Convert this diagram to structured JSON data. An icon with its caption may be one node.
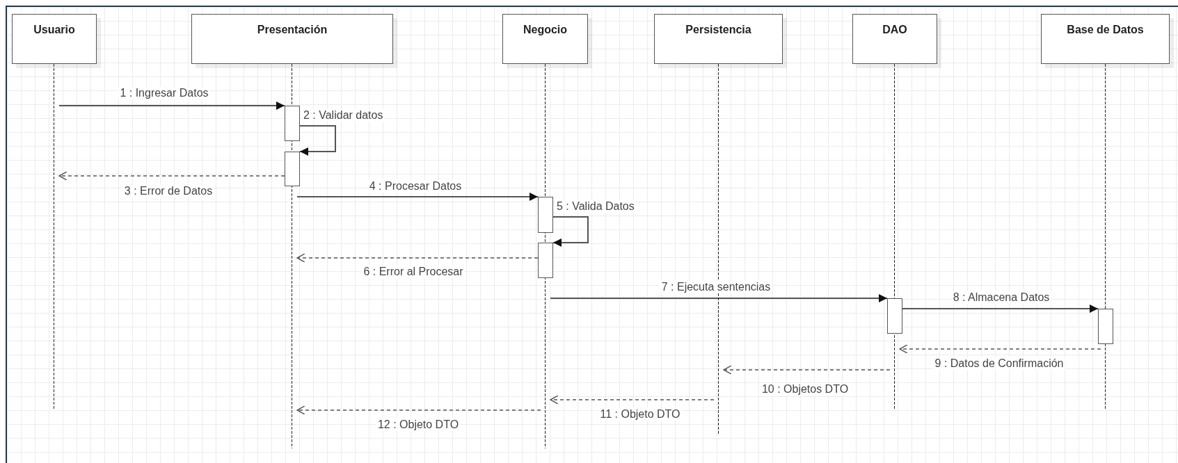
{
  "diagram": {
    "nodes": [
      {
        "text": [
          "Usuario"
        ]
      },
      {
        "text": [
          "Presentación"
        ]
      },
      {
        "text": [
          "Negocio"
        ]
      },
      {
        "text": [
          "Persistencia"
        ]
      },
      {
        "text": [
          "DAO"
        ]
      },
      {
        "text": [
          "Base de Datos"
        ]
      },
      {
        "text": [],
        "shape": "line"
      },
      {
        "text": [],
        "shape": "line"
      },
      {
        "text": [],
        "shape": "line"
      },
      {
        "text": [],
        "shape": "line"
      },
      {
        "text": [],
        "shape": "line"
      },
      {
        "text": [],
        "shape": "line"
      },
      {
        "text": [],
        "shape": "bar"
      },
      {
        "text": [],
        "shape": "bar"
      },
      {
        "text": [],
        "shape": "bar"
      },
      {
        "text": [],
        "shape": "bar"
      },
      {
        "text": [],
        "shape": "bar"
      },
      {
        "text": [],
        "shape": "bar"
      }
    ],
    "edges": [
      {
        "from": 6,
        "to": 12,
        "arrow": "to",
        "label": "1 : Ingresar Datos"
      },
      {
        "from": 12,
        "to": 13,
        "arrow": "to",
        "label": "2 : Validar datos"
      },
      {
        "from": 13,
        "to": 6,
        "arrow": "to",
        "style": "dashed",
        "label": "3 : Error de Datos"
      },
      {
        "from": 7,
        "to": 14,
        "arrow": "to",
        "label": "4 : Procesar Datos"
      },
      {
        "from": 14,
        "to": 15,
        "arrow": "to",
        "label": "5 : Valida Datos"
      },
      {
        "from": 15,
        "to": 7,
        "arrow": "to",
        "style": "dashed",
        "label": "6 : Error al Procesar"
      },
      {
        "from": 8,
        "to": 16,
        "arrow": "to",
        "label": "7 : Ejecuta sentencias"
      },
      {
        "from": 16,
        "to": 17,
        "arrow": "to",
        "label": "8 : Almacena Datos"
      },
      {
        "from": 11,
        "to": 10,
        "arrow": "to",
        "style": "dashed",
        "label": "9 : Datos de Confirmación"
      },
      {
        "from": 10,
        "to": 9,
        "arrow": "to",
        "style": "dashed",
        "label": "10 : Objetos DTO"
      },
      {
        "from": 9,
        "to": 8,
        "arrow": "to",
        "style": "dashed",
        "label": "11 : Objeto DTO"
      },
      {
        "from": 8,
        "to": 7,
        "arrow": "to",
        "style": "dashed",
        "label": "12 : Objeto DTO"
      }
    ]
  }
}
